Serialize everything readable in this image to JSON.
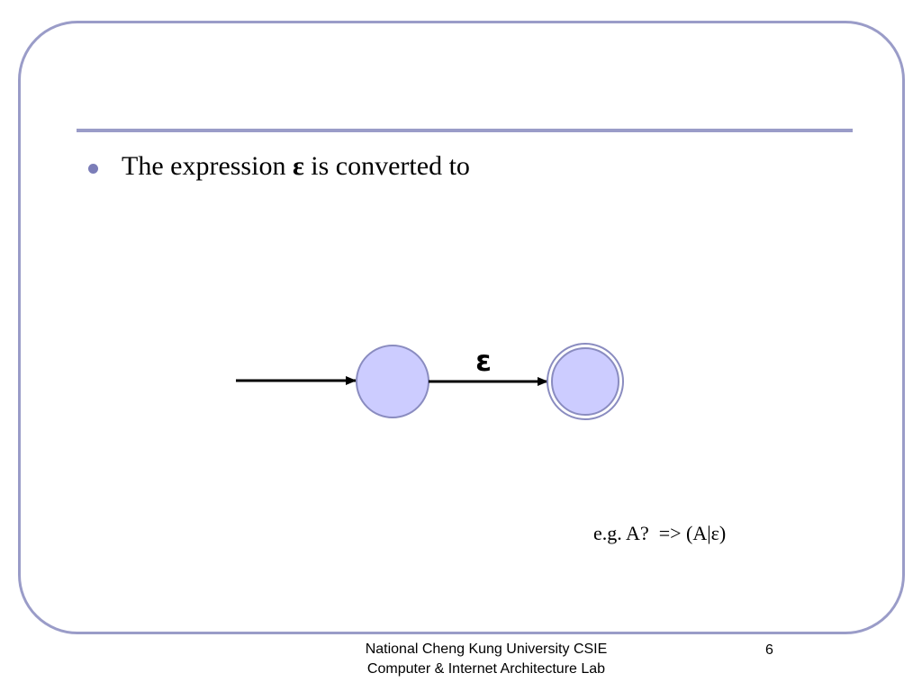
{
  "slide": {
    "bullet_prefix": "The expression ",
    "bullet_symbol": "ε",
    "bullet_suffix": " is converted to",
    "transition_label": "ε",
    "example": "e.g. A?  => (A|ε)"
  },
  "diagram": {
    "states": [
      {
        "name": "start-state",
        "accepting": false
      },
      {
        "name": "accept-state",
        "accepting": true
      }
    ],
    "state_fill": "#ccccff",
    "state_stroke": "#8a8cc0"
  },
  "footer": {
    "org_line1": "National Cheng Kung University CSIE",
    "org_line2": "Computer & Internet Architecture Lab",
    "page_number": "6"
  },
  "colors": {
    "accent": "#9a9cc8",
    "bullet": "#7b7db8"
  }
}
